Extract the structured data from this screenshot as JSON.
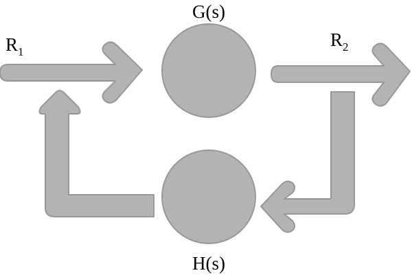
{
  "labels": {
    "r1": "R",
    "r1_sub": "1",
    "r2": "R",
    "r2_sub": "2",
    "g": "G(s)",
    "h": "H(s)"
  },
  "colors": {
    "shape_fill": "#b4b4b4",
    "shape_stroke": "#979797",
    "text": "#000000",
    "background": "#ffffff"
  }
}
